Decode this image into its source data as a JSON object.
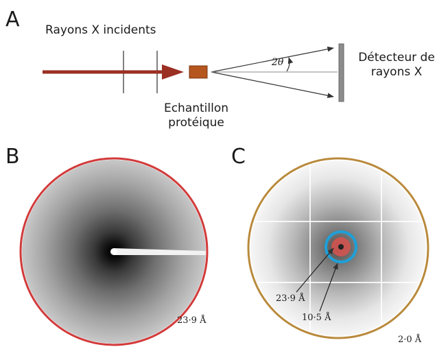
{
  "panels": {
    "a": {
      "letter": "A",
      "incident_label": "Rayons X incidents",
      "sample_label_line1": "Echantillon",
      "sample_label_line2": "protéique",
      "detector_label_line1": "Détecteur de",
      "detector_label_line2": "rayons X",
      "angle_label": "2θ"
    },
    "b": {
      "letter": "B",
      "ring_label": "23·9 Å"
    },
    "c": {
      "letter": "C",
      "inner_label_1": "23·9 Å",
      "inner_label_2": "10·5 Å",
      "ring_label": "2·0 Å"
    }
  },
  "colors": {
    "beam": "#9a2f22",
    "sample": "#b5561f",
    "ring_b": "#d23a3a",
    "ring_c": "#b98a3c",
    "ring_inner_blue": "#1ea0d8",
    "ring_inner_red": "#d9534f"
  }
}
